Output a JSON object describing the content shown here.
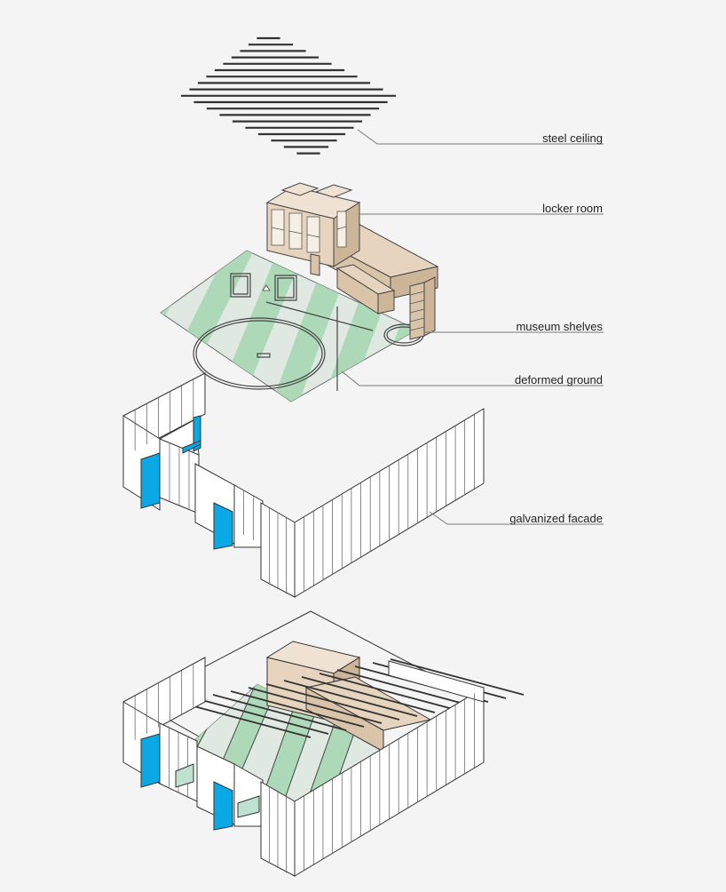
{
  "labels": {
    "steel_ceiling": "steel ceiling",
    "locker_room": "locker room",
    "museum_shelves": "museum shelves",
    "deformed_ground": "deformed ground",
    "galvanized_facade": "galvanized facade"
  },
  "colors": {
    "background": "#f4f4f4",
    "line": "#333333",
    "leader": "#777777",
    "wood": "#e6d4bf",
    "wood_dark": "#cdb59a",
    "ground_light": "#dfe8e1",
    "ground_green": "#a9d8b4",
    "facade": "#ffffff",
    "opening_blue": "#0ba8e6"
  }
}
